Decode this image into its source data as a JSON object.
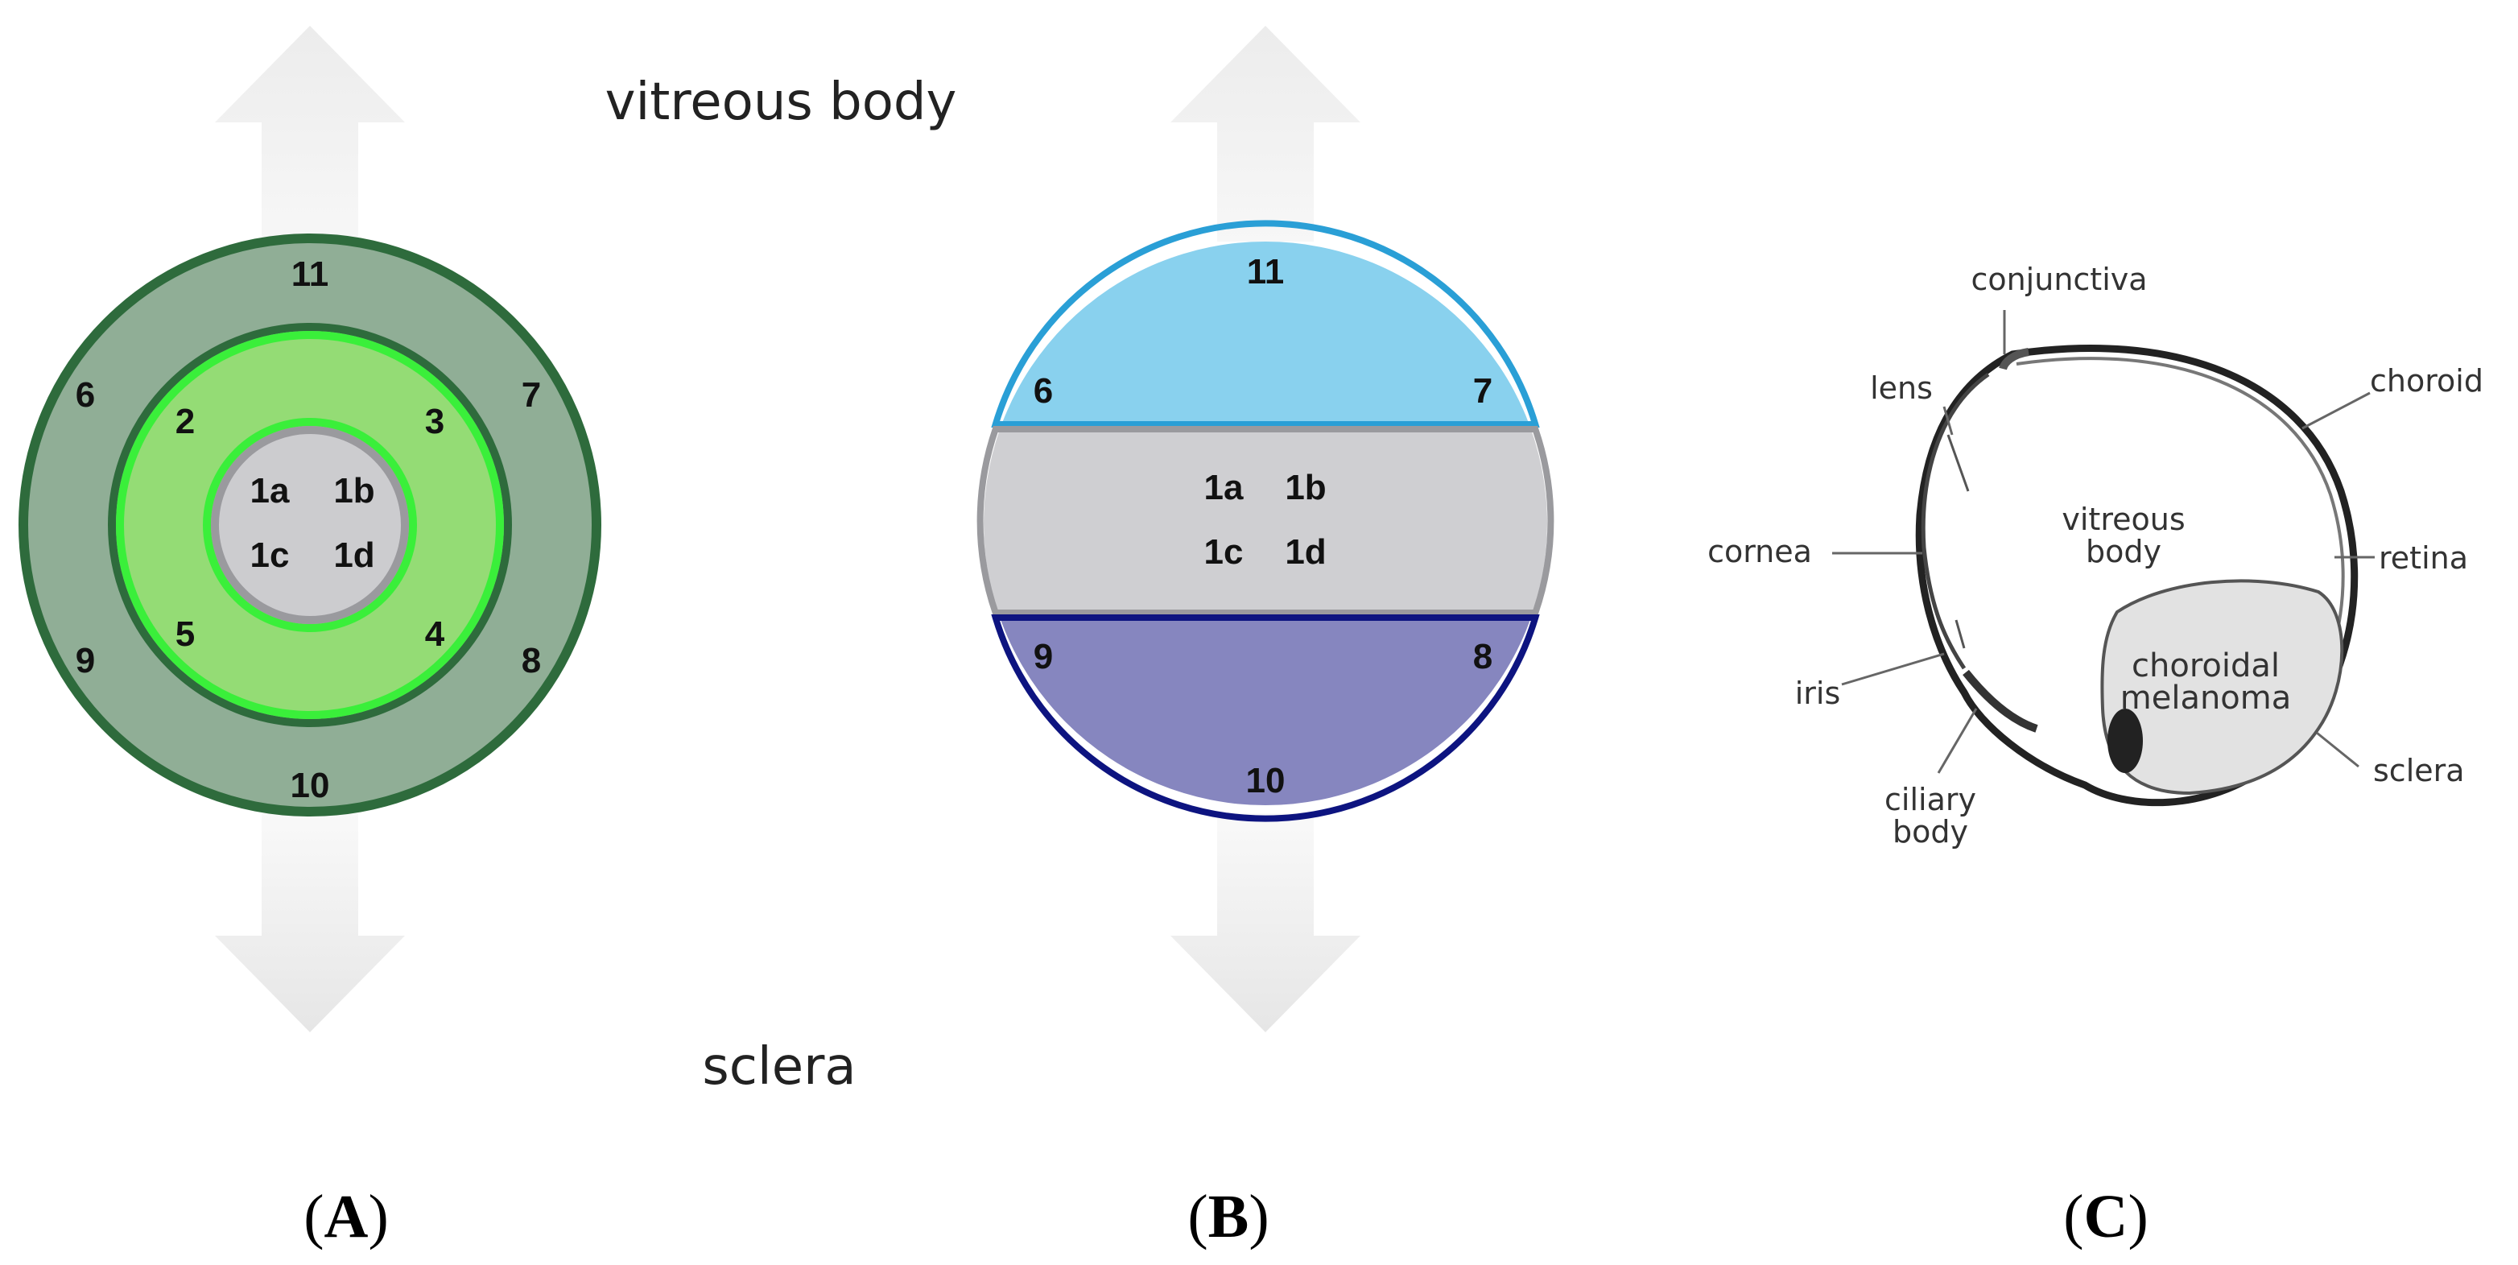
{
  "top_label": "vitreous body",
  "bottom_label": "sclera",
  "panel_a": {
    "caption_open": "(",
    "caption_letter": "A",
    "caption_close": ")",
    "regions": {
      "r11": "11",
      "r6": "6",
      "r7": "7",
      "r2": "2",
      "r3": "3",
      "r1a": "1a",
      "r1b": "1b",
      "r1c": "1c",
      "r1d": "1d",
      "r5": "5",
      "r4": "4",
      "r9": "9",
      "r8": "8",
      "r10": "10"
    },
    "colors": {
      "outer_ring": "#90ae96",
      "outer_stroke": "#2e6b3c",
      "middle_ring": "#94dc75",
      "middle_stroke": "#3aef3a",
      "core": "#cccccf"
    }
  },
  "panel_b": {
    "caption_open": "(",
    "caption_letter": "B",
    "caption_close": ")",
    "regions": {
      "r11": "11",
      "r6": "6",
      "r7": "7",
      "r1a": "1a",
      "r1b": "1b",
      "r1c": "1c",
      "r1d": "1d",
      "r9": "9",
      "r8": "8",
      "r10": "10"
    },
    "colors": {
      "top_band": "#89d1ee",
      "top_stroke": "#2a9fd6",
      "middle_band": "#cfcfd2",
      "bottom_band": "#8686bf",
      "bottom_stroke": "#0d1480"
    }
  },
  "panel_c": {
    "caption_open": "(",
    "caption_letter": "C",
    "caption_close": ")",
    "labels": {
      "conjunctiva": "conjunctiva",
      "lens": "lens",
      "choroid": "choroid",
      "vitreous_1": "vitreous",
      "vitreous_2": "body",
      "cornea": "cornea",
      "retina": "retina",
      "iris": "iris",
      "tumor_1": "choroidal",
      "tumor_2": "melanoma",
      "ciliary_1": "ciliary",
      "ciliary_2": "body",
      "sclera": "sclera"
    }
  }
}
